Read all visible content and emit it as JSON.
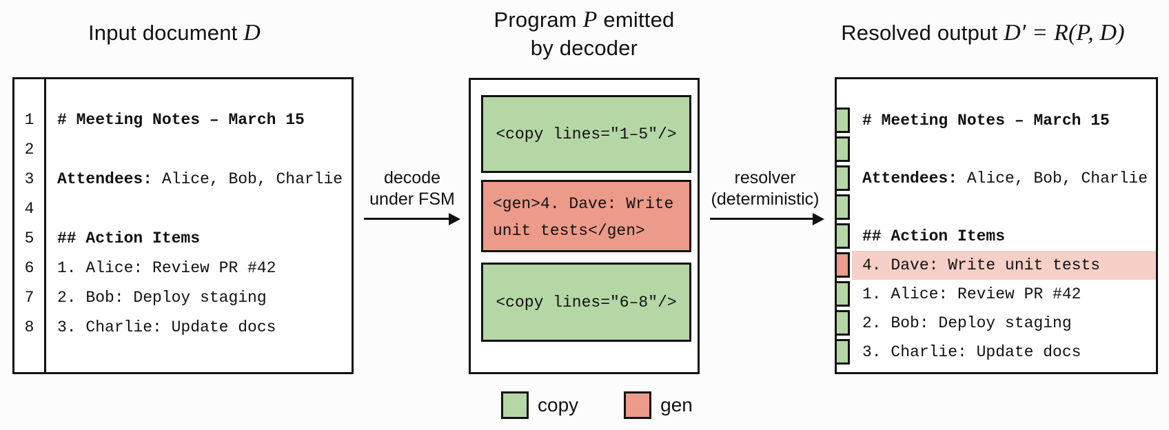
{
  "colors": {
    "copy_fill": "#b5d7a5",
    "gen_fill": "#ec9a89",
    "gen_highlight": "#f6cfc7",
    "border": "#111111",
    "background": "#fcfcfc"
  },
  "panels": {
    "input": {
      "title_text": "Input document ",
      "title_math": "D",
      "lines": [
        {
          "num": "1",
          "bold": "# Meeting Notes – March 15",
          "rest": ""
        },
        {
          "num": "2",
          "bold": "",
          "rest": ""
        },
        {
          "num": "3",
          "bold": "Attendees:",
          "rest": " Alice, Bob, Charlie"
        },
        {
          "num": "4",
          "bold": "",
          "rest": ""
        },
        {
          "num": "5",
          "bold": "## Action Items",
          "rest": ""
        },
        {
          "num": "6",
          "bold": "",
          "rest": "1. Alice: Review PR #42"
        },
        {
          "num": "7",
          "bold": "",
          "rest": "2. Bob: Deploy staging"
        },
        {
          "num": "8",
          "bold": "",
          "rest": "3. Charlie: Update docs"
        }
      ]
    },
    "program": {
      "title_line1_pre": "Program ",
      "title_line1_math": "P",
      "title_line1_post": " emitted",
      "title_line2": "by decoder",
      "boxes": [
        {
          "type": "copy",
          "text": "<copy lines=\"1–5\"/>"
        },
        {
          "type": "gen",
          "text": "<gen>4. Dave: Write unit tests</gen>"
        },
        {
          "type": "copy",
          "text": "<copy lines=\"6–8\"/>"
        }
      ]
    },
    "output": {
      "title_text": "Resolved output ",
      "title_math": "D′ = R(P, D)",
      "lines": [
        {
          "type": "copy",
          "bold": "# Meeting Notes – March 15",
          "rest": ""
        },
        {
          "type": "copy",
          "bold": "",
          "rest": ""
        },
        {
          "type": "copy",
          "bold": "Attendees:",
          "rest": " Alice, Bob, Charlie"
        },
        {
          "type": "copy",
          "bold": "",
          "rest": ""
        },
        {
          "type": "copy",
          "bold": "## Action Items",
          "rest": ""
        },
        {
          "type": "gen",
          "bold": "",
          "rest": "4. Dave: Write unit tests"
        },
        {
          "type": "copy",
          "bold": "",
          "rest": "1. Alice: Review PR #42"
        },
        {
          "type": "copy",
          "bold": "",
          "rest": "2. Bob: Deploy staging"
        },
        {
          "type": "copy",
          "bold": "",
          "rest": "3. Charlie: Update docs"
        }
      ]
    }
  },
  "arrows": {
    "decode": {
      "line1": "decode",
      "line2": "under FSM"
    },
    "resolve": {
      "line1": "resolver",
      "line2": "(deterministic)"
    }
  },
  "legend": [
    {
      "label": "copy"
    },
    {
      "label": "gen"
    }
  ]
}
